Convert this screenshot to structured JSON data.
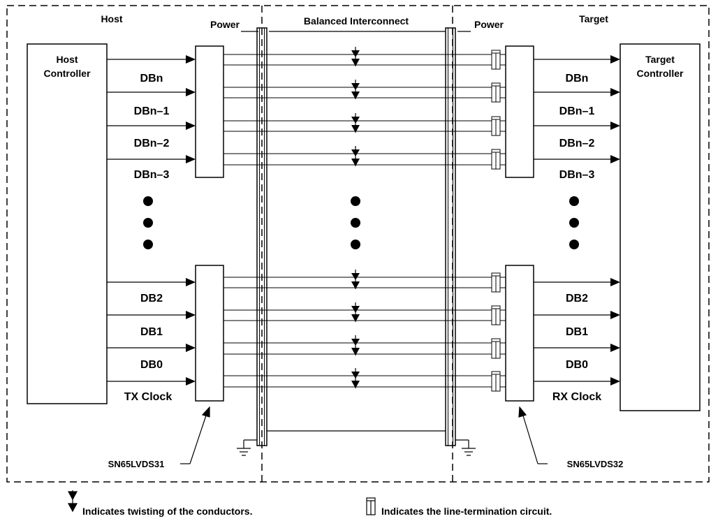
{
  "regions": {
    "host": "Host",
    "power_left": "Power",
    "interconnect": "Balanced Interconnect",
    "power_right": "Power",
    "target": "Target"
  },
  "host_controller": {
    "line1": "Host",
    "line2": "Controller"
  },
  "target_controller": {
    "line1": "Target",
    "line2": "Controller"
  },
  "left_signals": [
    "DBn",
    "DBn–1",
    "DBn–2",
    "DBn–3",
    "DB2",
    "DB1",
    "DB0",
    "TX Clock"
  ],
  "right_signals": [
    "DBn",
    "DBn–1",
    "DBn–2",
    "DBn–3",
    "DB2",
    "DB1",
    "DB0",
    "RX Clock"
  ],
  "driver_part": "SN65LVDS31",
  "receiver_part": "SN65LVDS32",
  "legend": {
    "twist": "Indicates twisting of the conductors.",
    "termination": "Indicates the line-termination circuit."
  }
}
